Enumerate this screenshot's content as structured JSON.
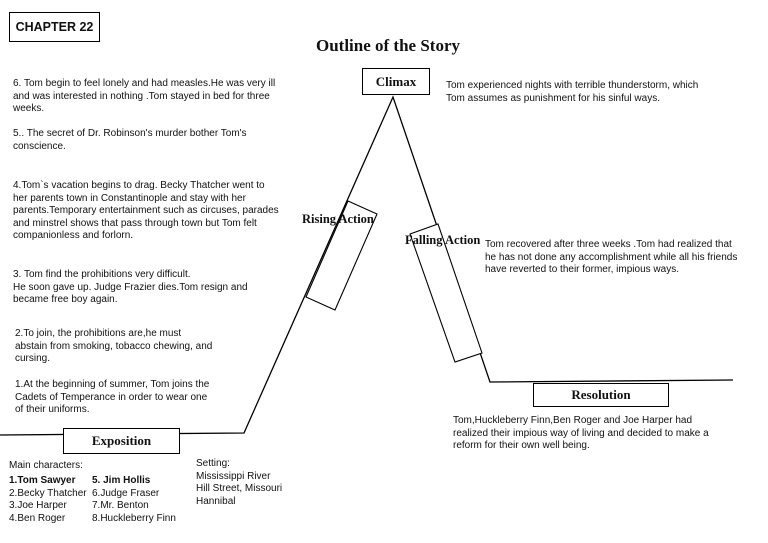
{
  "chapter_label": "CHAPTER 22",
  "title": "Outline of the Story",
  "stages": {
    "climax": "Climax",
    "rising_action": "Rising Action",
    "falling_action": "Falling Action",
    "exposition": "Exposition",
    "resolution": "Resolution"
  },
  "rising_events": [
    "6. Tom  begin to feel lonely and had measles.He was very ill\nand was interested in nothing .Tom stayed in bed for three\nweeks.",
    "5.. The secret of  Dr. Robinson's murder bother  Tom's\nconscience.",
    "4.Tom`s vacation begins to drag. Becky Thatcher went  to\nher parents town in Constantinople and stay with her\nparents.Temporary entertainment such as circuses, parades\nand minstrel shows that pass through town but Tom felt\ncompanionless and forlorn.",
    "3.  Tom find the prohibitions  very difficult.\nHe soon gave up. Judge Frazier dies.Tom resign and\nbecame free boy again.",
    "2.To join, the prohibitions are,he must\nabstain from smoking, tobacco chewing, and\ncursing.",
    "1.At the beginning of summer, Tom joins the\nCadets of Temperance in order to wear one\nof their uniforms."
  ],
  "climax_text": "Tom experienced nights  with  terrible thunderstorm, which\nTom assumes as punishment for his sinful ways.",
  "falling_text": "Tom recovered after three weeks .Tom had realized that\nhe has not done any accomplishment while all his friends\nhave reverted to their former, impious ways.",
  "resolution_text": "Tom,Huckleberry  Finn,Ben Roger and Joe Harper had\nrealized their impious way of living and decided to make a\nreform for their own well being.",
  "characters": {
    "heading": "Main characters:",
    "left": [
      "1.Tom Sawyer",
      "2.Becky Thatcher",
      "3.Joe Harper",
      "4.Ben Roger"
    ],
    "right": [
      "5. Jim Hollis",
      "6.Judge Fraser",
      "7.Mr. Benton",
      "8.Huckleberry Finn"
    ]
  },
  "setting": {
    "heading": "Setting:",
    "lines": [
      "Mississippi River",
      "Hill Street, Missouri",
      "Hannibal"
    ]
  }
}
